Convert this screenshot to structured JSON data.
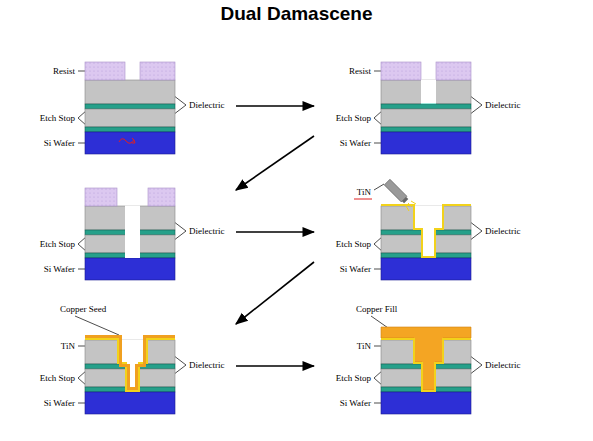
{
  "diagram": {
    "title": "Dual Damascene",
    "nodes": [
      {
        "text": [
          "Resist",
          "Dielectric",
          "Etch Stop",
          "Si Wafer"
        ]
      },
      {
        "text": [
          "Resist",
          "Dielectric",
          "Etch Stop",
          "Si Wafer"
        ]
      },
      {
        "text": [
          "Dielectric",
          "Etch Stop",
          "Si Wafer"
        ]
      },
      {
        "text": [
          "TiN",
          "Dielectric",
          "Etch Stop",
          "Si Wafer"
        ]
      },
      {
        "text": [
          "Copper Seed",
          "TiN",
          "Dielectric",
          "Etch Stop",
          "Si Wafer"
        ]
      },
      {
        "text": [
          "Copper Fill",
          "TiN",
          "Dielectric",
          "Etch Stop",
          "Si Wafer"
        ]
      }
    ],
    "edges": [
      {
        "from": 0,
        "to": 1,
        "arrow": "to"
      },
      {
        "from": 1,
        "to": 2,
        "arrow": "to"
      },
      {
        "from": 2,
        "to": 3,
        "arrow": "to"
      },
      {
        "from": 3,
        "to": 4,
        "arrow": "to"
      },
      {
        "from": 4,
        "to": 5,
        "arrow": "to"
      }
    ]
  }
}
